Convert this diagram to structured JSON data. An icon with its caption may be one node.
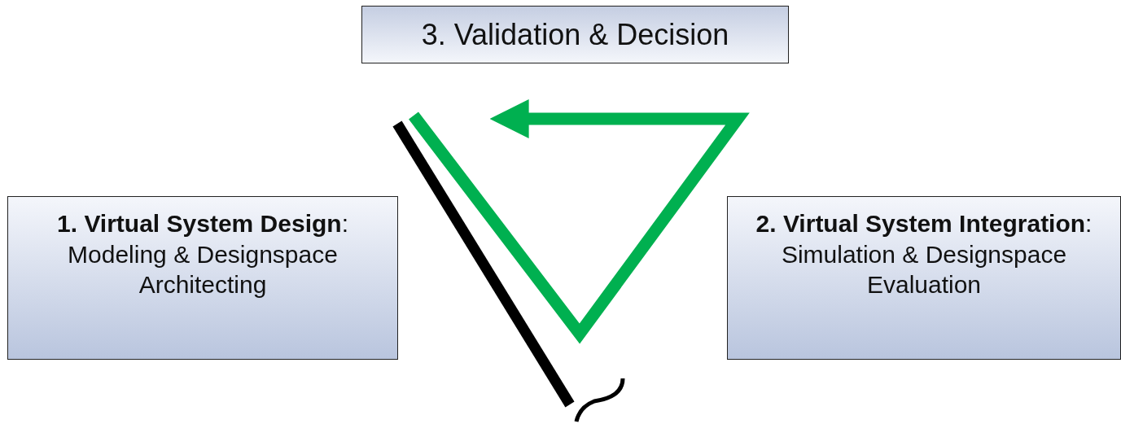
{
  "diagram": {
    "nodes": [
      {
        "text": [
          "3. Validation & Decision"
        ]
      },
      {
        "text": [
          "**1. Virtual System Design**:",
          "Modeling & Designspace Architecting"
        ]
      },
      {
        "text": [
          "**2. Virtual System Integration**:",
          "Simulation & Designspace Evaluation"
        ]
      }
    ]
  }
}
